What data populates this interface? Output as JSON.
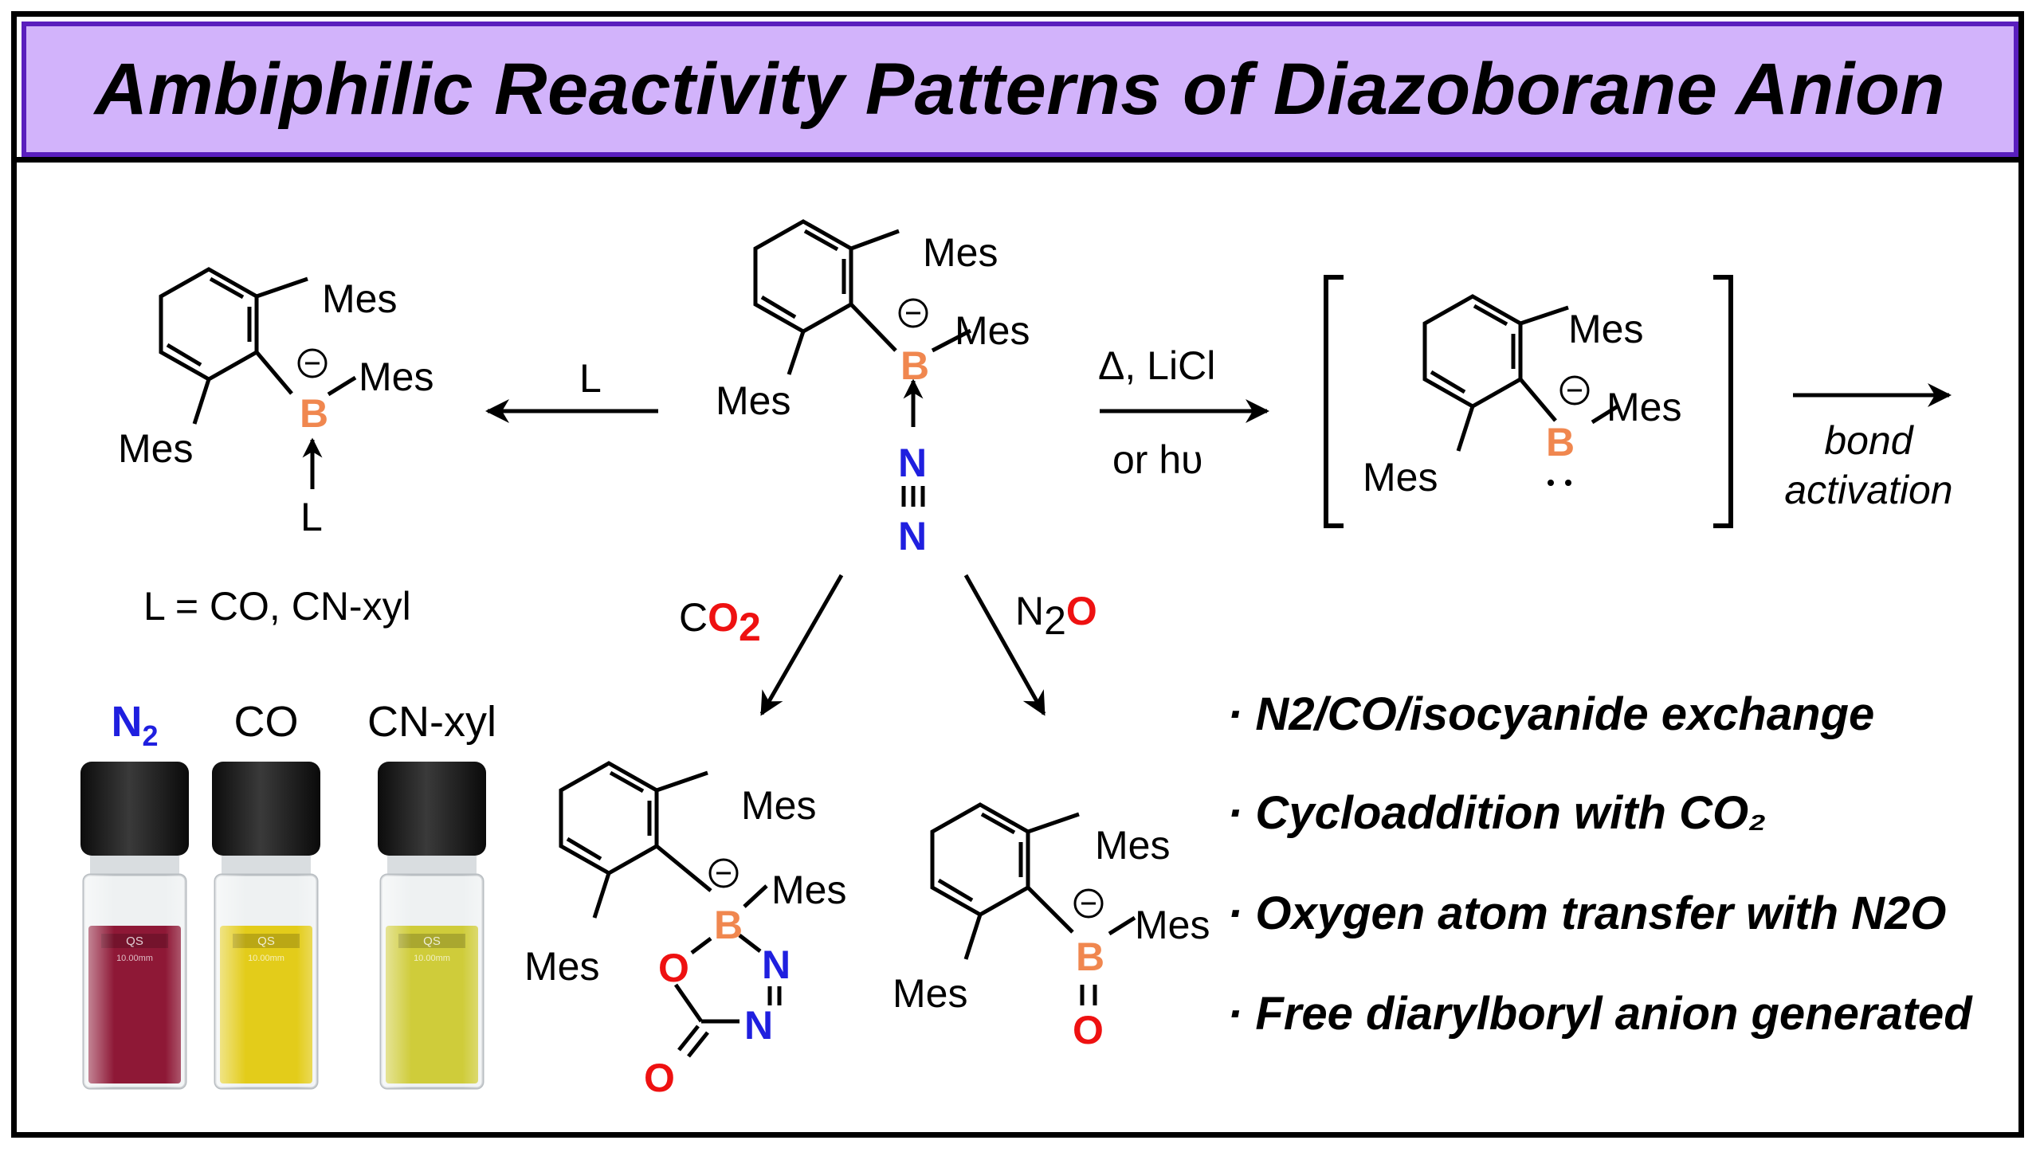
{
  "title": "Ambiphilic Reactivity Patterns of Diazoborane Anion",
  "atoms": {
    "boron": "B",
    "nitrogen": "N",
    "oxygen": "O"
  },
  "substituent_label": "Mes",
  "reactions": {
    "ligand": {
      "reagent": "L",
      "ligand_atom": "L",
      "definition": "L = CO, CN-xyl"
    },
    "thermal": {
      "reagent_line1": "Δ, LiCl",
      "reagent_line2": "or hυ"
    },
    "activation": {
      "line1": "bond",
      "line2": "activation"
    },
    "co2": {
      "reagent_prefix": "C",
      "reagent_oxygen": "O",
      "reagent_subscript": "2"
    },
    "n2o": {
      "reagent_prefix": "N",
      "reagent_subscript": "2",
      "reagent_oxygen": "O"
    }
  },
  "vials": [
    {
      "label_main": "N",
      "label_sub": "2",
      "color": "#8e1836",
      "label_color": "#1f1fdf"
    },
    {
      "label_main": "CO",
      "label_sub": "",
      "color": "#e3cc1a",
      "label_color": "#000000"
    },
    {
      "label_main": "CN-xyl",
      "label_sub": "",
      "color": "#cfcc3a",
      "label_color": "#000000"
    }
  ],
  "vial_marking": {
    "brand": "QS",
    "path": "10.00mm"
  },
  "bullets": [
    "· N2/CO/isocyanide exchange",
    "· Cycloaddition with CO₂",
    "· Oxygen atom transfer with N2O",
    "· Free diarylboryl anion generated"
  ],
  "colors": {
    "title_bg": "#d2b3fb",
    "title_border": "#5a1ebd",
    "boron": "#f0874f",
    "nitrogen": "#1f1fdf",
    "oxygen": "#ee1111"
  }
}
